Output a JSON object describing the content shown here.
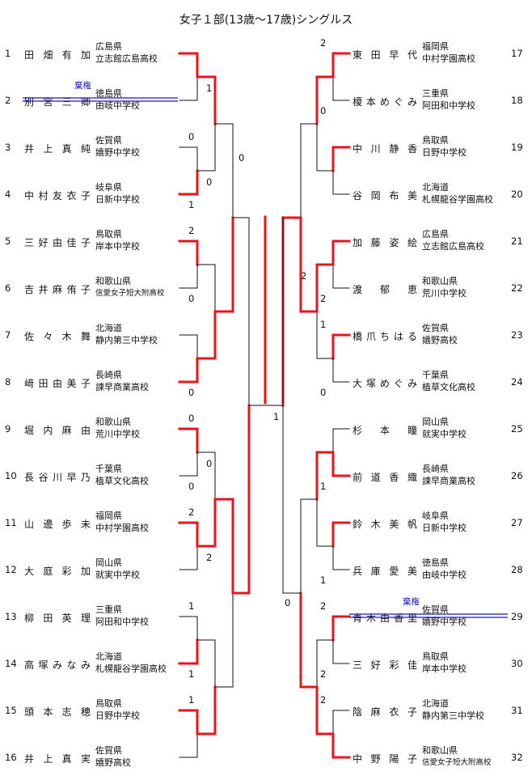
{
  "title": "女子１部(13歳～17歳)シングルス",
  "withdrawn_label": "棄権",
  "left": [
    {
      "seed": "1",
      "name": "田畑有加",
      "pref": "広島県",
      "school": "立志館広島高校"
    },
    {
      "seed": "2",
      "name": "別宮三卿",
      "pref": "徳島県",
      "school": "由岐中学校",
      "withdrawn": true
    },
    {
      "seed": "3",
      "name": "井上真純",
      "pref": "佐賀県",
      "school": "嬉野中学校"
    },
    {
      "seed": "4",
      "name": "中村友衣子",
      "pref": "岐阜県",
      "school": "日新中学校"
    },
    {
      "seed": "5",
      "name": "三好由佳子",
      "pref": "鳥取県",
      "school": "岸本中学校"
    },
    {
      "seed": "6",
      "name": "吉井麻侑子",
      "pref": "和歌山県",
      "school": "信愛女子短大附高校"
    },
    {
      "seed": "7",
      "name": "佐々木舞",
      "pref": "北海道",
      "school": "静内第三中学校"
    },
    {
      "seed": "8",
      "name": "﨑田由美子",
      "pref": "長崎県",
      "school": "諫早商業高校"
    },
    {
      "seed": "9",
      "name": "堀内麻由",
      "pref": "和歌山県",
      "school": "荒川中学校"
    },
    {
      "seed": "10",
      "name": "長谷川早乃",
      "pref": "千葉県",
      "school": "植草文化高校"
    },
    {
      "seed": "11",
      "name": "山邊歩未",
      "pref": "福岡県",
      "school": "中村学園高校"
    },
    {
      "seed": "12",
      "name": "大庭彩加",
      "pref": "岡山県",
      "school": "就実中学校"
    },
    {
      "seed": "13",
      "name": "柳田英理",
      "pref": "三重県",
      "school": "阿田和中学校"
    },
    {
      "seed": "14",
      "name": "高塚みなみ",
      "pref": "北海道",
      "school": "札幌龍谷学園高校"
    },
    {
      "seed": "15",
      "name": "頭本志穂",
      "pref": "鳥取県",
      "school": "日野中学校"
    },
    {
      "seed": "16",
      "name": "井上真実",
      "pref": "佐賀県",
      "school": "嬉野高校"
    }
  ],
  "right": [
    {
      "seed": "17",
      "name": "東田早代",
      "pref": "福岡県",
      "school": "中村学園高校"
    },
    {
      "seed": "18",
      "name": "榎本めぐみ",
      "pref": "三重県",
      "school": "阿田和中学校"
    },
    {
      "seed": "19",
      "name": "中川静香",
      "pref": "鳥取県",
      "school": "日野中学校"
    },
    {
      "seed": "20",
      "name": "谷岡布美",
      "pref": "北海道",
      "school": "札幌龍谷学園高校"
    },
    {
      "seed": "21",
      "name": "加藤姿絵",
      "pref": "広島県",
      "school": "立志館広島高校"
    },
    {
      "seed": "22",
      "name": "渡郁恵",
      "pref": "和歌山県",
      "school": "荒川中学校"
    },
    {
      "seed": "23",
      "name": "橋爪ちはる",
      "pref": "佐賀県",
      "school": "嬉野高校"
    },
    {
      "seed": "24",
      "name": "大塚めぐみ",
      "pref": "千葉県",
      "school": "植草文化高校"
    },
    {
      "seed": "25",
      "name": "杉本瞳",
      "pref": "岡山県",
      "school": "就実中学校"
    },
    {
      "seed": "26",
      "name": "前道香織",
      "pref": "長崎県",
      "school": "諫早商業高校"
    },
    {
      "seed": "27",
      "name": "鈴木美帆",
      "pref": "岐阜県",
      "school": "日新中学校"
    },
    {
      "seed": "28",
      "name": "兵庫愛美",
      "pref": "徳島県",
      "school": "由岐中学校"
    },
    {
      "seed": "29",
      "name": "青木由香里",
      "pref": "佐賀県",
      "school": "嬉野中学校",
      "withdrawn": true
    },
    {
      "seed": "30",
      "name": "三好彩佳",
      "pref": "鳥取県",
      "school": "岸本中学校"
    },
    {
      "seed": "31",
      "name": "陰麻衣子",
      "pref": "北海道",
      "school": "静内第三中学校"
    },
    {
      "seed": "32",
      "name": "中野陽子",
      "pref": "和歌山県",
      "school": "信愛女子短大附高校"
    }
  ],
  "scores": {
    "left": {
      "r1": [
        "",
        "",
        "0",
        "1",
        "2",
        "0",
        "",
        "0",
        "0",
        "0",
        "2",
        "",
        "1",
        "1",
        "1",
        ""
      ],
      "r2": [
        "1",
        "0",
        "",
        "",
        "0",
        "2",
        "",
        ""
      ],
      "r3": [
        "0",
        "",
        "",
        ""
      ]
    },
    "right": {
      "r1": [
        "2",
        "0",
        "",
        "",
        "",
        "2",
        "1",
        "0",
        "",
        "1",
        "",
        "1",
        "2",
        "2",
        "2",
        ""
      ],
      "r2": [
        "",
        "",
        "2",
        "",
        "",
        "",
        "",
        ""
      ],
      "r3": [
        "1",
        "0"
      ]
    }
  },
  "colors": {
    "win": "#e8141e",
    "line": "#111111",
    "withdrawn": "#1a1ab8"
  }
}
